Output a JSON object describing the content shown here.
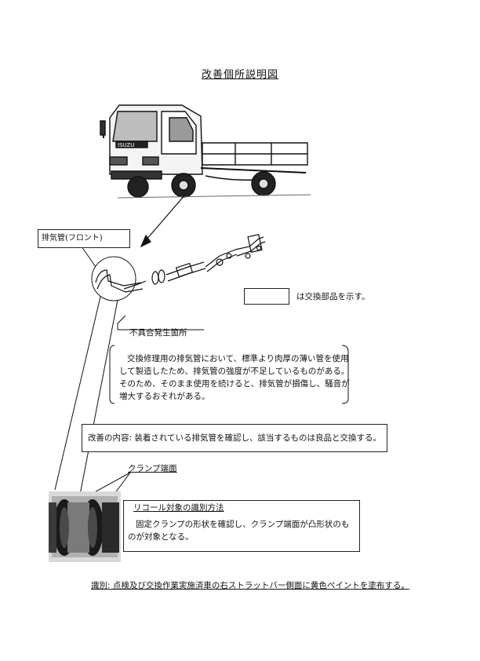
{
  "page": {
    "title": "改善個所説明図"
  },
  "truck": {
    "brand": "ISUZU"
  },
  "part_label": "排気管(フロント)",
  "legend": {
    "text": "は交換部品を示す。"
  },
  "defect": {
    "label": "不具合発生箇所",
    "description": "交換修理用の排気管において、標準より肉厚の薄い管を使用して製造したため、排気管の強度が不足しているものがある。そのため、そのまま使用を続けると、排気管が損傷し、騒音が増大するおそれがある。"
  },
  "remedy": {
    "text": "改善の内容: 装着されている排気管を確認し、該当するものは良品と交換する。"
  },
  "clamp": {
    "label": "クランプ端面"
  },
  "identification": {
    "title": "リコール対象の識別方法",
    "text": "固定クランプの形状を確認し、クランプ端面が凸形状のものが対象となる。"
  },
  "footer": {
    "text": "識別: 点検及び交換作業実施済車の右ストラットバー側面に黄色ペイントを塗布する。"
  }
}
